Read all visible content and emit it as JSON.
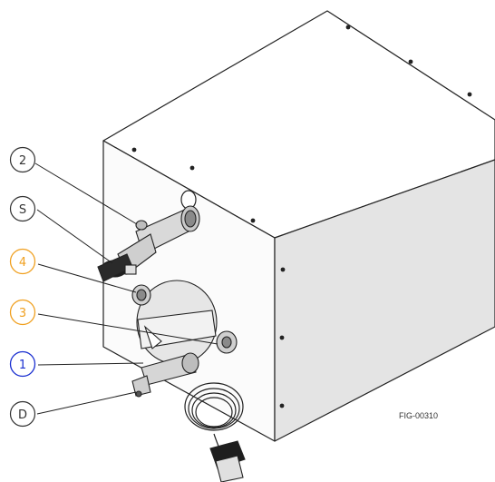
{
  "figure": {
    "code": "FIG-00310",
    "callouts": [
      {
        "label": "2",
        "color": "#333333"
      },
      {
        "label": "S",
        "color": "#333333"
      },
      {
        "label": "4",
        "color": "#f0a020"
      },
      {
        "label": "3",
        "color": "#f0a020"
      },
      {
        "label": "1",
        "color": "#1a2fd0"
      },
      {
        "label": "D",
        "color": "#333333"
      }
    ]
  }
}
